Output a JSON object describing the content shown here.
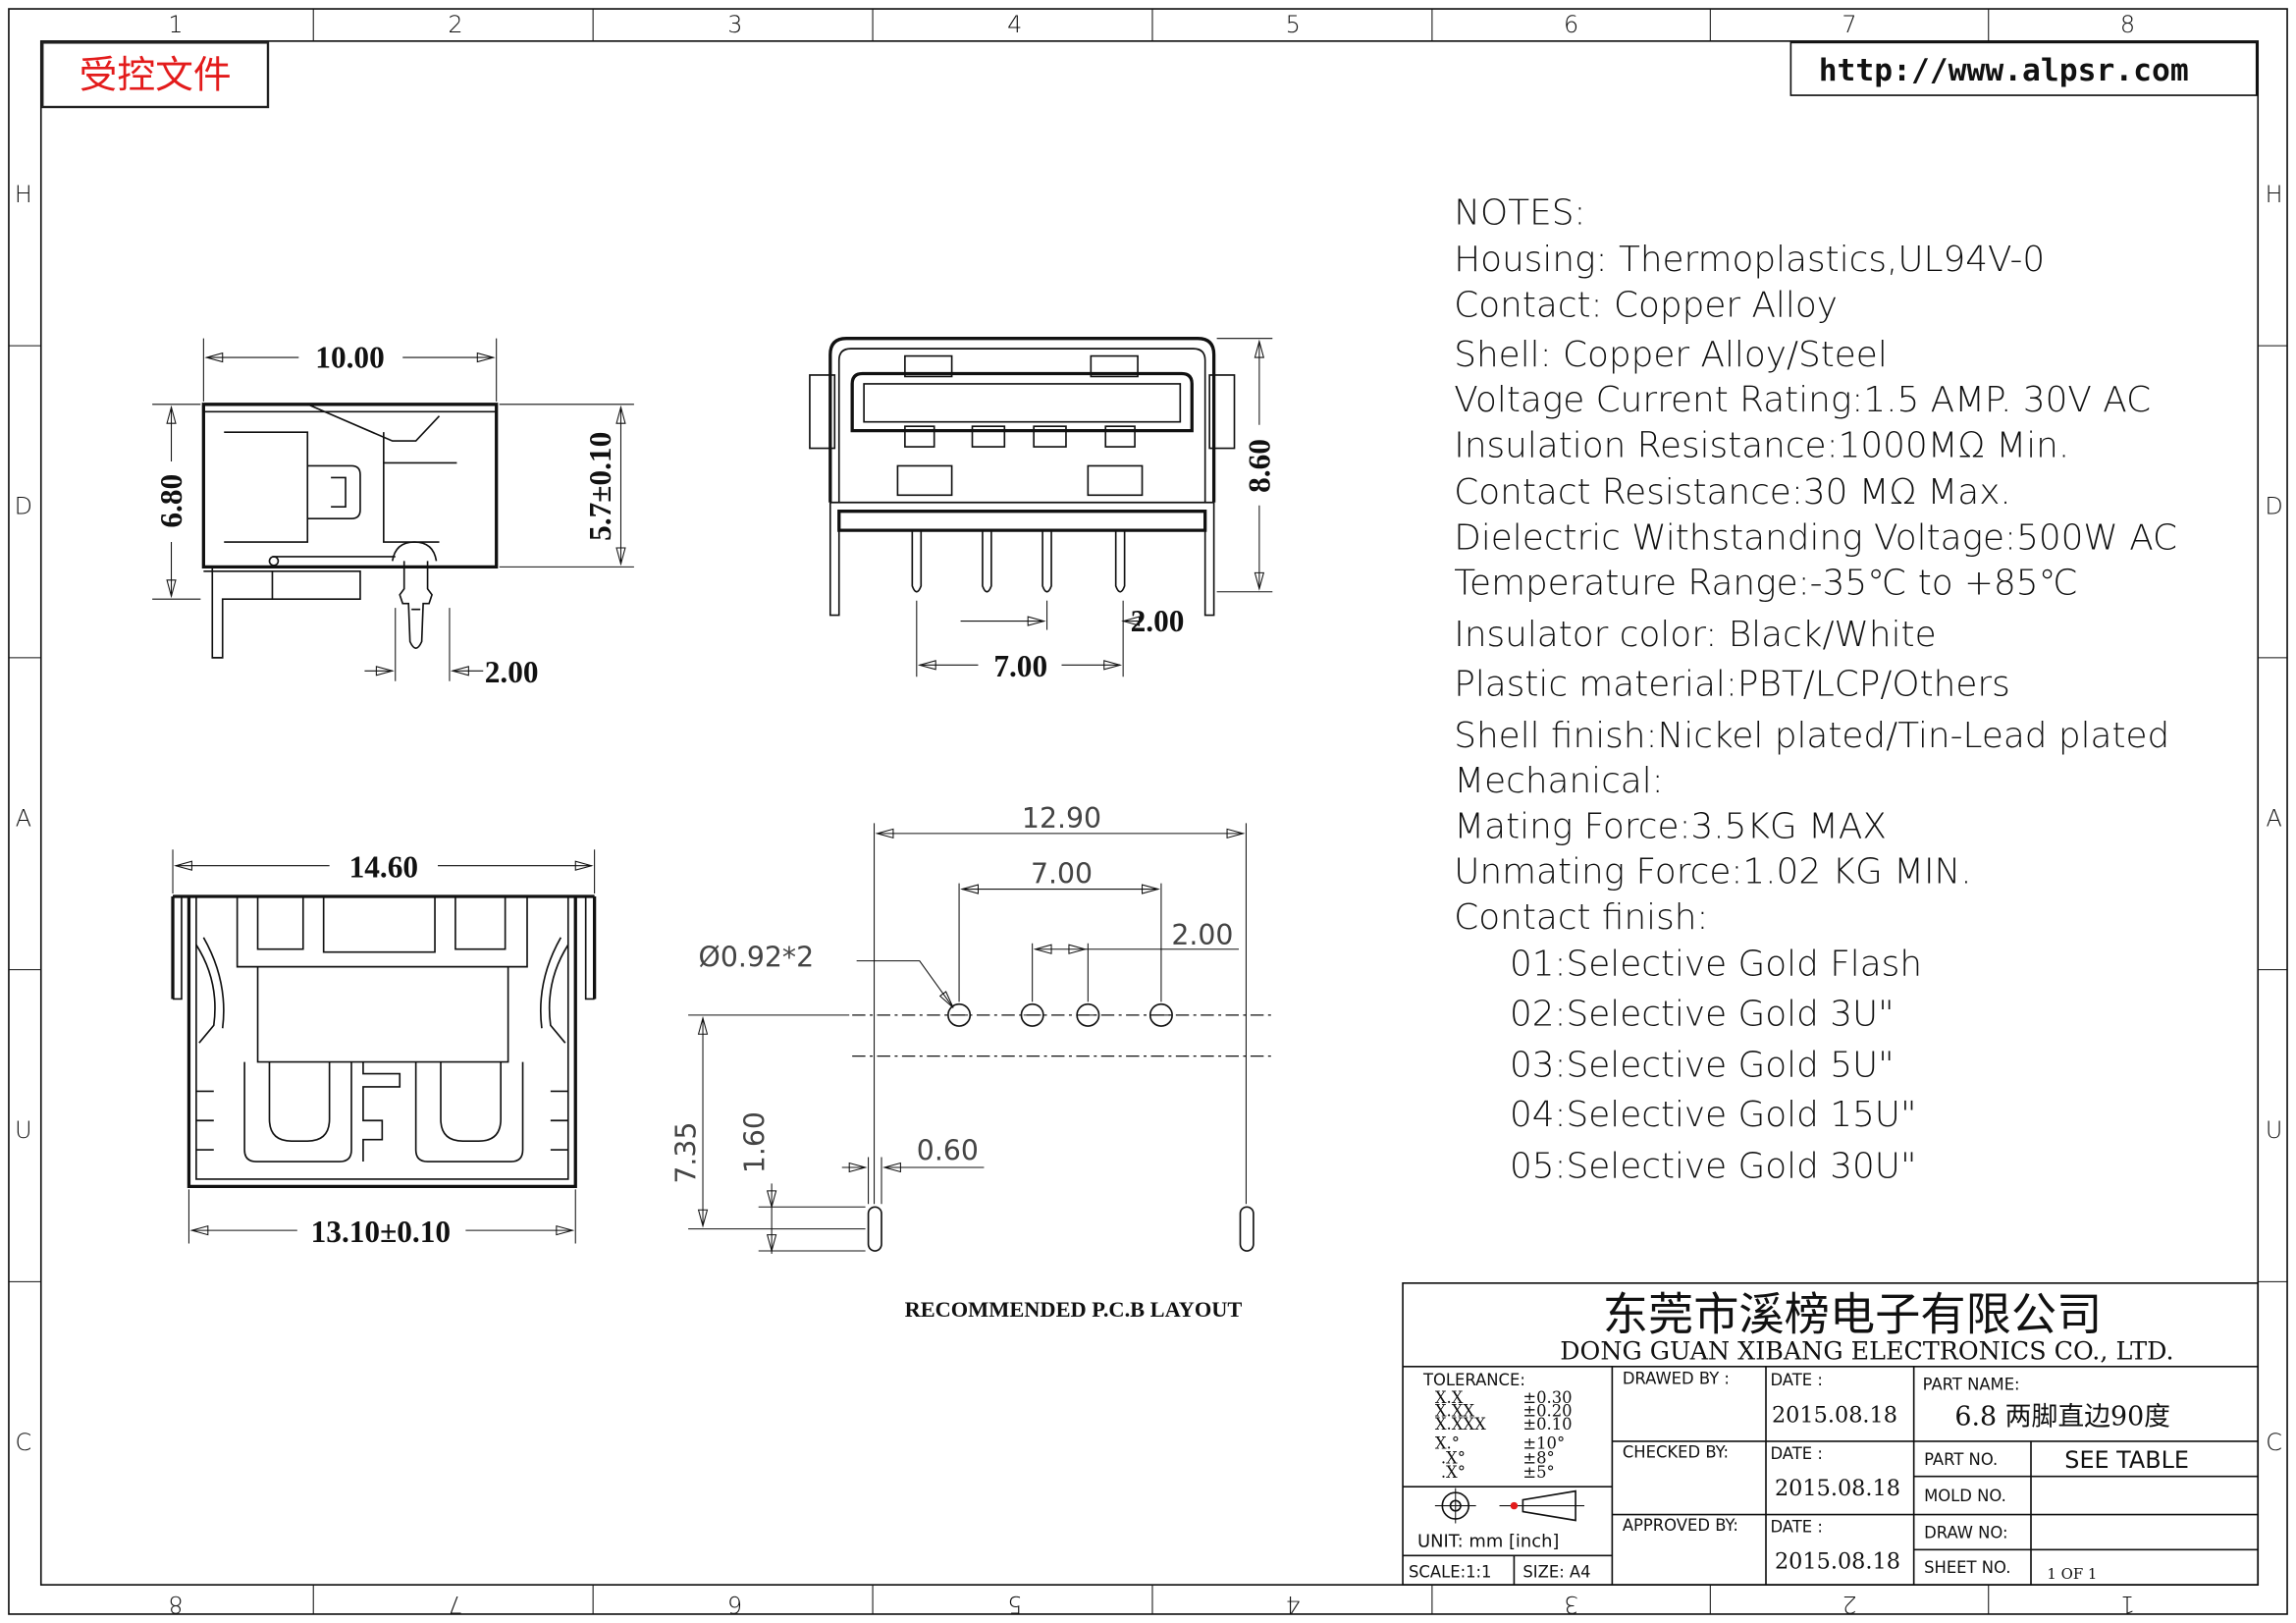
{
  "stamp": {
    "label": "受控文件"
  },
  "website": "http://www.alpsr.com",
  "frame": {
    "columns_top": [
      "1",
      "2",
      "3",
      "4",
      "5",
      "6",
      "7",
      "8"
    ],
    "columns_bottom": [
      "8",
      "7",
      "6",
      "5",
      "4",
      "3",
      "2",
      "1"
    ],
    "rows": [
      "H",
      "D",
      "A",
      "U",
      "C"
    ]
  },
  "notes": {
    "heading": "NOTES:",
    "lines": [
      "Housing:  Thermoplastics,UL94V-0",
      "Contact:  Copper  Alloy",
      "Shell:  Copper  Alloy/Steel",
      "Voltage  Current  Rating:1.5  AMP.  30V  AC",
      "Insulation  Resistance:1000MΩ  Min.",
      "Contact  Resistance:30  MΩ  Max.",
      "Dielectric  Withstanding  Voltage:500W  AC",
      "Temperature  Range:-35℃  to  +85℃",
      "Insulator  color:  Black/White",
      "Plastic  material:PBT/LCP/Others",
      "Shell  finish:Nickel  plated/Tin-Lead  plated",
      "Mechanical:",
      "Mating  Force:3.5KG  MAX",
      "Unmating  Force:1.02  KG  MIN.",
      "Contact  finish:"
    ],
    "finish_options": [
      "01:Selective  Gold  Flash",
      "02:Selective  Gold  3U\"",
      "03:Selective  Gold  5U\"",
      "04:Selective  Gold  15U\"",
      "05:Selective  Gold  30U\""
    ]
  },
  "dimensions": {
    "side_width": "10.00",
    "side_height": "6.80",
    "side_inner": "5.7±0.10",
    "side_pin": "2.00",
    "front_height": "8.60",
    "front_pitch_small": "2.00",
    "front_pitch_large": "7.00",
    "top_width": "14.60",
    "top_width_lower": "13.10±0.10",
    "pcb_width": "12.90",
    "pcb_pitch_large": "7.00",
    "pcb_pitch_small": "2.00",
    "pcb_hole": "Ø0.92*2",
    "pcb_depth": "7.35",
    "pcb_slot_depth": "1.60",
    "pcb_slot_width": "0.60"
  },
  "pcb_caption": "RECOMMENDED   P.C.B LAYOUT",
  "title_block": {
    "company_cn": "东莞市溪榜电子有限公司",
    "company_en": "DONG  GUAN  XIBANG  ELECTRONICS  CO.,  LTD.",
    "tolerance_label": "TOLERANCE:",
    "tolerances": [
      {
        "fmt": "X.X",
        "val": "±0.30"
      },
      {
        "fmt": "X.XX",
        "val": "±0.20"
      },
      {
        "fmt": "X.XXX",
        "val": "±0.10"
      },
      {
        "fmt": "X.°",
        "val": "±10°"
      },
      {
        "fmt": ".X°",
        "val": "±8°"
      },
      {
        "fmt": ".X°",
        "val": "±5°"
      }
    ],
    "unit_label": "UNIT:  mm  [inch]",
    "scale_label": "SCALE:1:1",
    "size_label": "SIZE:  A4",
    "drawn_by_label": "DRAWED  BY :",
    "checked_by_label": "CHECKED  BY:",
    "approved_by_label": "APPROVED  BY:",
    "date_label": "DATE  :",
    "drawn_date": "2015.08.18",
    "checked_date": "2015.08.18",
    "approved_date": "2015.08.18",
    "part_name_label": "PART  NAME:",
    "part_name": "6.8  两脚直边90度",
    "part_no_label": "PART  NO.",
    "part_no": "SEE  TABLE",
    "mold_no_label": "MOLD  NO.",
    "draw_no_label": "DRAW  NO:",
    "sheet_no_label": "SHEET  NO.",
    "sheet_no": "1  OF  1"
  }
}
